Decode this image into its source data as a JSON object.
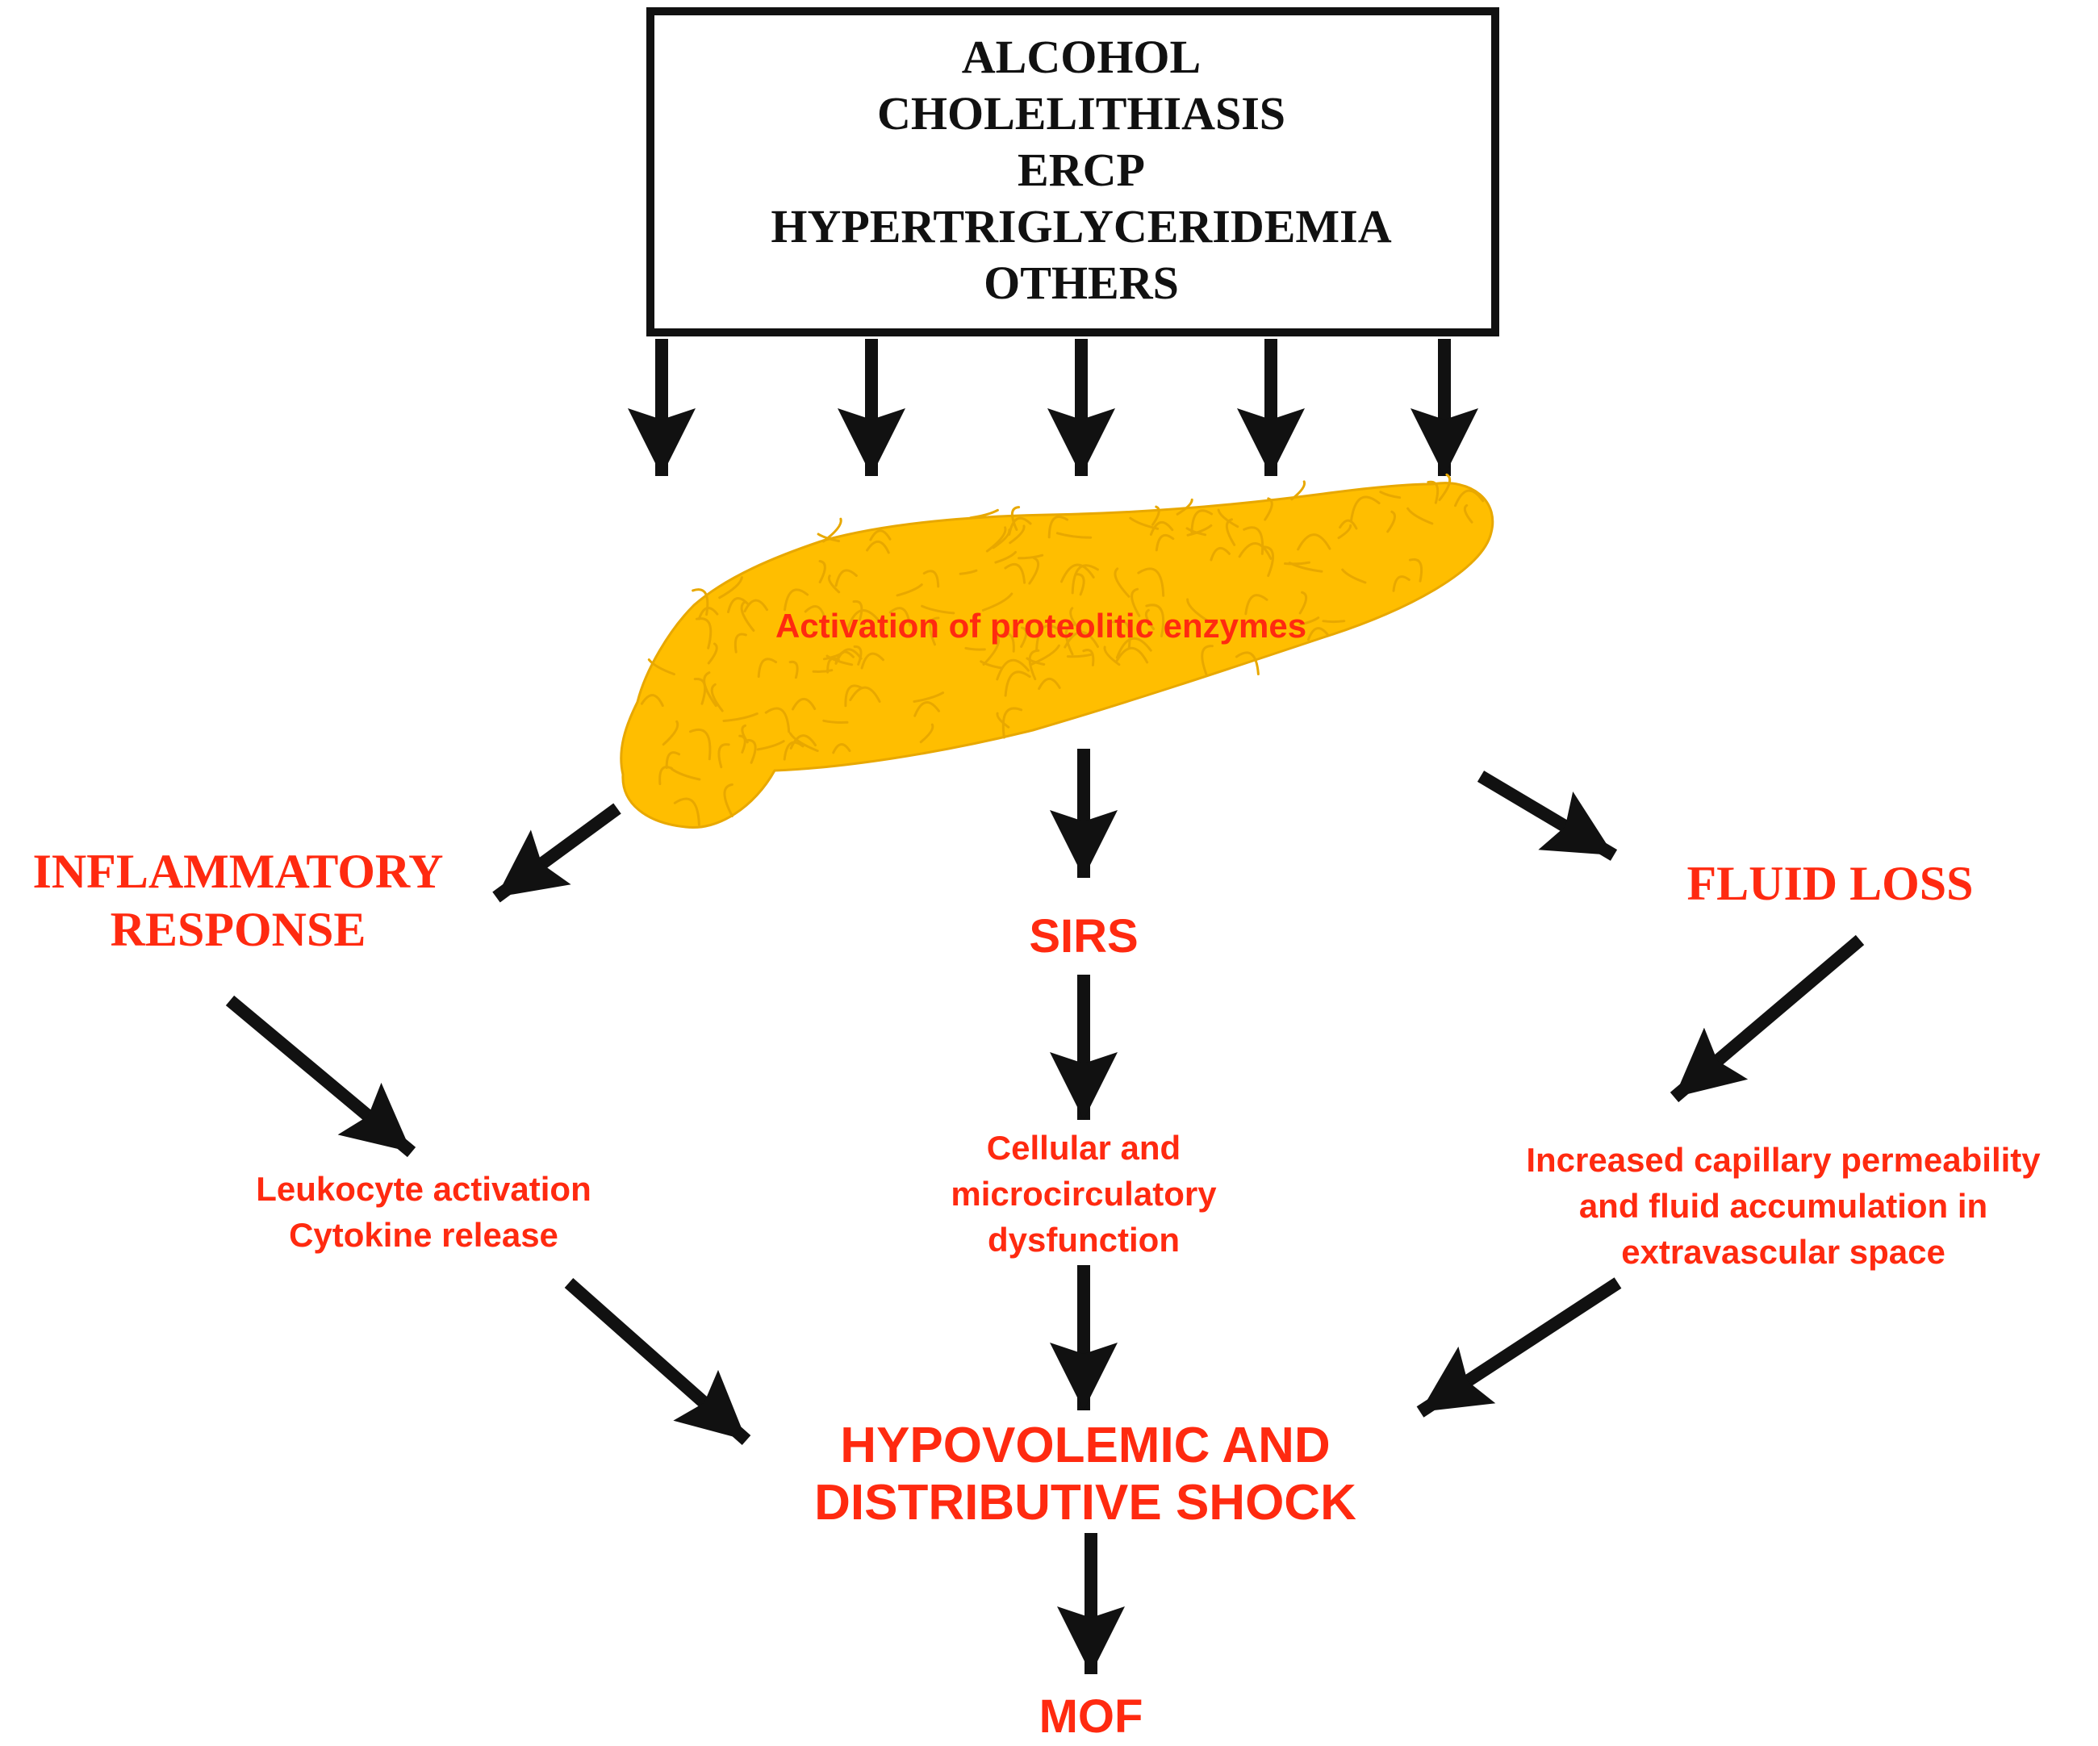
{
  "causes": [
    "ALCOHOL",
    "CHOLELITHIASIS",
    "ERCP",
    "HYPERTRIGLYCERIDEMIA",
    "OTHERS"
  ],
  "pancreas": {
    "label": "Activation of proteolitic enzymes",
    "fill_color": "#FFBE00",
    "lobule_color": "#E8A800"
  },
  "branches": {
    "inflammatory": {
      "title": [
        "INFLAMMATORY",
        "RESPONSE"
      ],
      "detail": [
        "Leukocyte activation",
        "Cytokine release"
      ]
    },
    "sirs": {
      "title": [
        "SIRS"
      ],
      "detail": [
        "Cellular and",
        "microcirculatory",
        "dysfunction"
      ]
    },
    "fluid": {
      "title": [
        "FLUID LOSS"
      ],
      "detail": [
        "Increased capillary permeability",
        "and fluid accumulation in",
        "extravascular space"
      ]
    }
  },
  "shock": [
    "HYPOVOLEMIC AND",
    "DISTRIBUTIVE SHOCK"
  ],
  "outcome": "MOF",
  "colors": {
    "label_red": "#FF2A10",
    "arrow_black": "#111111",
    "box_border": "#111111"
  }
}
